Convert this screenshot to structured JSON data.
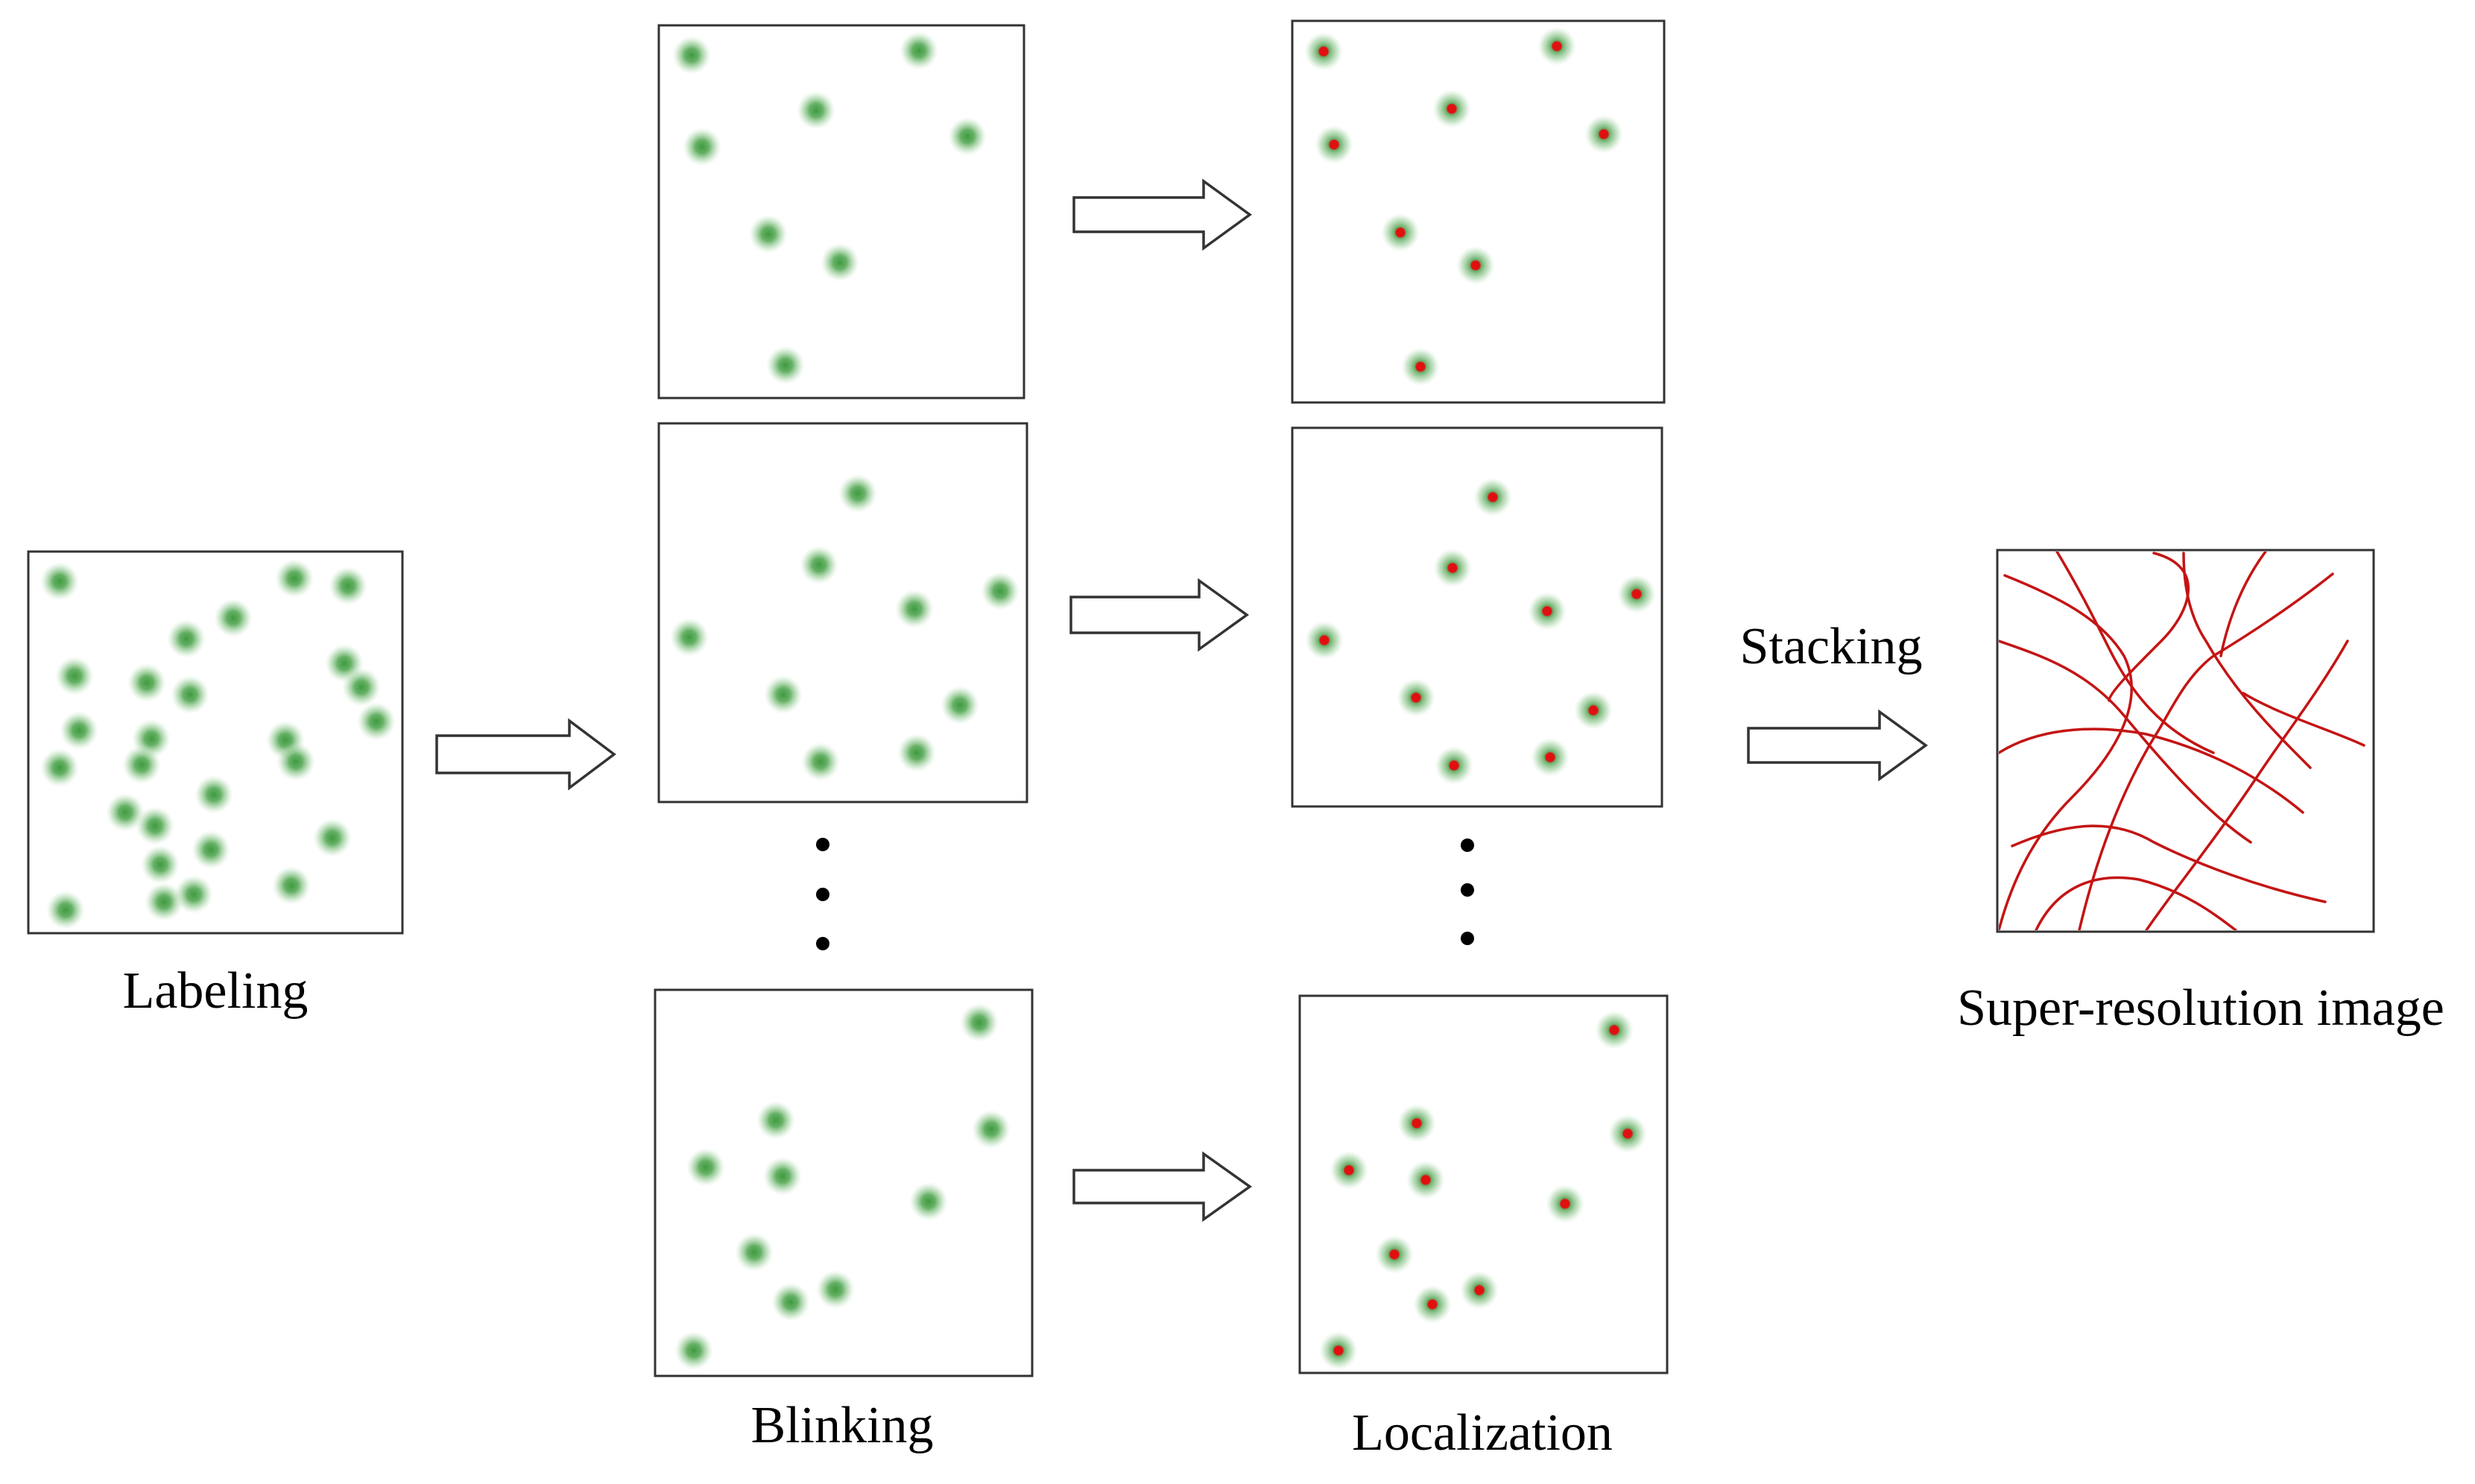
{
  "labels": {
    "labeling": "Labeling",
    "blinking": "Blinking",
    "localization": "Localization",
    "stacking": "Stacking",
    "super_resolution": "Super-resolution image"
  },
  "colors": {
    "fluorophore": "#3f9a3f",
    "localized_point": "#e01010",
    "fiber": "#c41414",
    "frame": "#333333"
  }
}
